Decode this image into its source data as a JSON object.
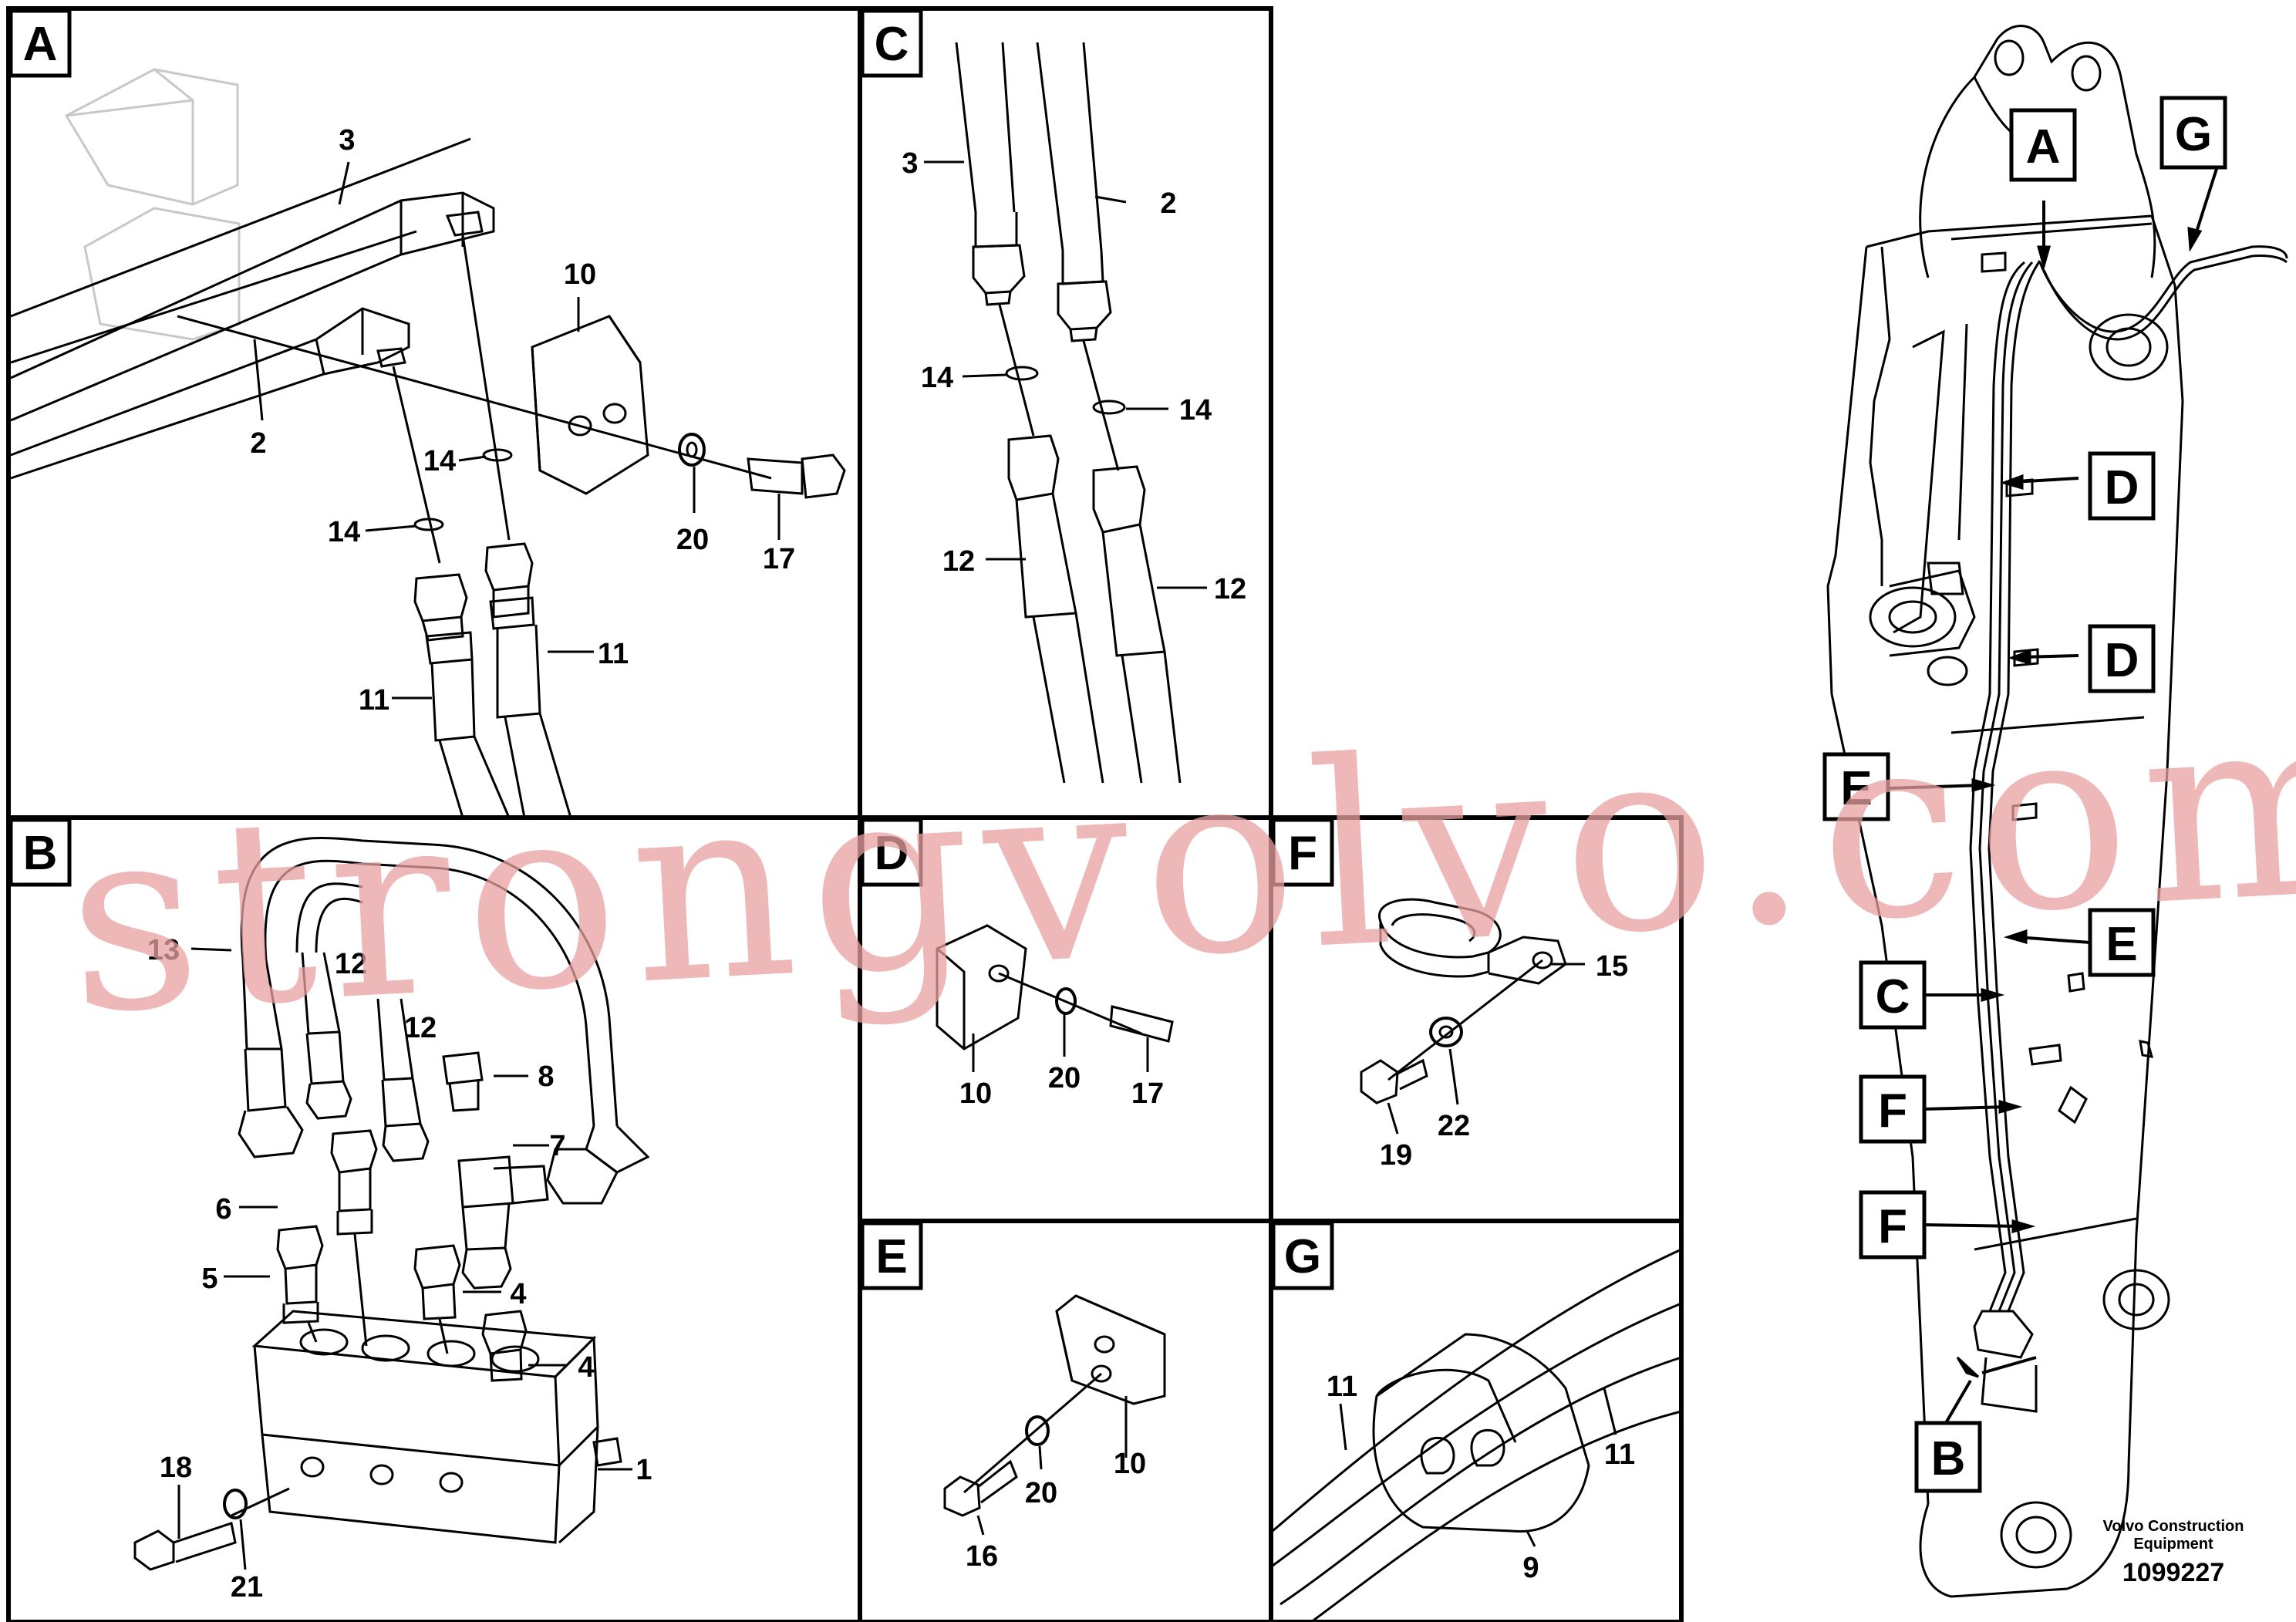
{
  "panels": {
    "A": "A",
    "B": "B",
    "C": "C",
    "D": "D",
    "E": "E",
    "F": "F",
    "G": "G"
  },
  "parts": {
    "p1": "1",
    "p2": "2",
    "p3": "3",
    "p4": "4",
    "p5": "5",
    "p6": "6",
    "p7": "7",
    "p8": "8",
    "p9": "9",
    "p10": "10",
    "p11": "11",
    "p12": "12",
    "p13": "13",
    "p14": "14",
    "p15": "15",
    "p16": "16",
    "p17": "17",
    "p18": "18",
    "p19": "19",
    "p20": "20",
    "p21": "21",
    "p22": "22"
  },
  "footer": {
    "company_line1": "Volvo Construction",
    "company_line2": "Equipment",
    "drawing_number": "1099227"
  },
  "watermark": "strongvolvo.com"
}
